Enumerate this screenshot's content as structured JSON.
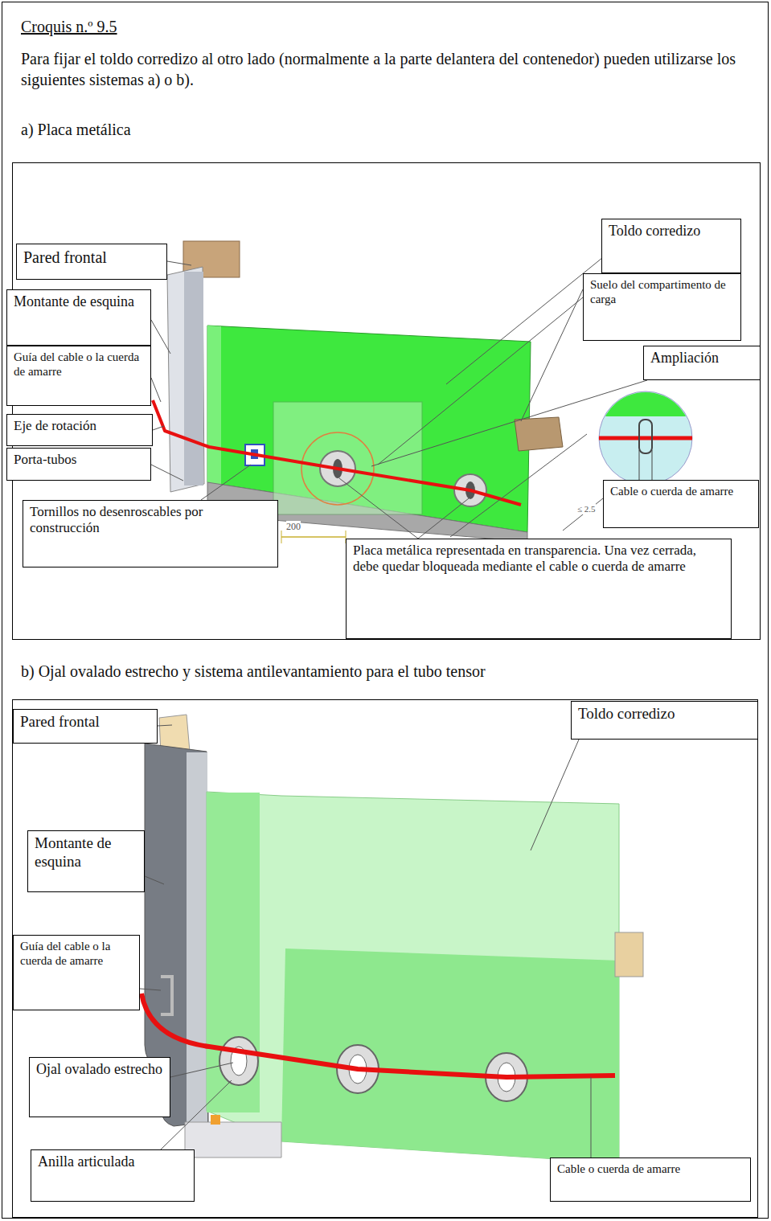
{
  "diagram": {
    "title": "Croquis n.º 9.5",
    "nodes": [
      {
        "text": [
          "Pared frontal"
        ]
      },
      {
        "text": [
          "Montante de esquina"
        ]
      },
      {
        "text": [
          "Toldo corredizo"
        ]
      },
      {
        "text": [
          "Suelo del compartimento de carga"
        ]
      },
      {
        "text": [
          "Guía del cable o la cuerda de amarre"
        ]
      },
      {
        "text": [
          "Ampliación"
        ]
      },
      {
        "text": [
          "Eje de rotación"
        ]
      },
      {
        "text": [
          "Porta-tubos"
        ]
      },
      {
        "text": [
          "Cable o cuerda de amarre"
        ]
      },
      {
        "text": [
          "Tornillos no desenroscables por construcción"
        ]
      },
      {
        "text": [
          "Placa metálica representada en transparencia. Una vez cerrada, debe quedar bloqueada mediante el cable o cuerda de amarre"
        ]
      },
      {
        "text": [
          "Pared frontal"
        ]
      },
      {
        "text": [
          "Toldo corredizo"
        ]
      },
      {
        "text": [
          "Montante de esquina"
        ]
      },
      {
        "text": [
          "Guía del cable o la cuerda de amarre"
        ]
      },
      {
        "text": [
          "Ojal ovalado estrecho"
        ]
      },
      {
        "text": [
          "Anilla articulada"
        ]
      },
      {
        "text": [
          "Cable o cuerda de amarre"
        ]
      }
    ],
    "labels": [
      "Para fijar el toldo corredizo al otro lado (normalmente a la parte delantera del contenedor) pueden utilizarse los siguientes sistemas a) o b).",
      "a) Placa metálica",
      "b) Ojal ovalado estrecho y sistema antilevantamiento para el tubo tensor",
      "200",
      "≤ 2.5"
    ]
  }
}
